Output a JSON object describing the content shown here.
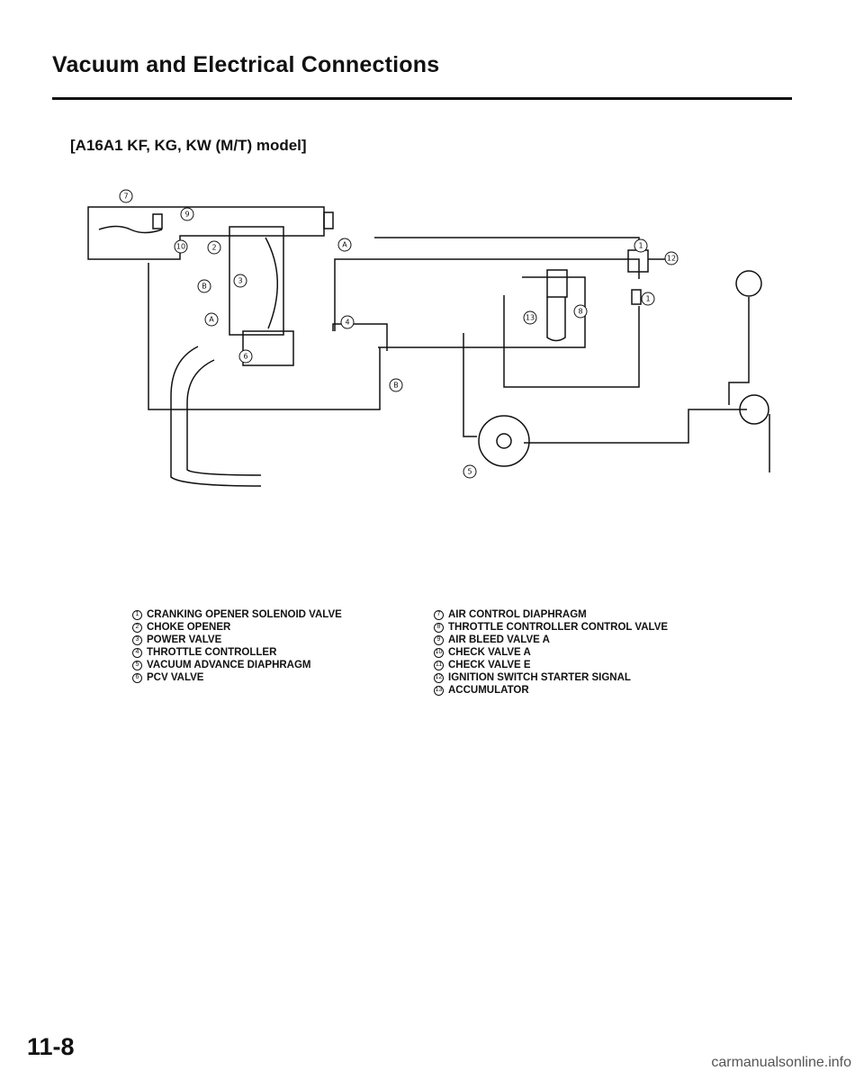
{
  "header": {
    "title": "Vacuum and Electrical Connections",
    "model": "[A16A1 KF, KG, KW (M/T) model]"
  },
  "diagram": {
    "callouts": {
      "c1a": "1",
      "c1b": "1",
      "c2": "2",
      "c3": "3",
      "c4": "4",
      "c5": "5",
      "c6": "6",
      "c7": "7",
      "c8": "8",
      "c9": "9",
      "c10": "10",
      "c12": "12",
      "c13": "13",
      "ca1": "A",
      "ca2": "A",
      "cb1": "B",
      "cb2": "B"
    }
  },
  "legend": {
    "left": [
      {
        "num": "1",
        "label": "CRANKING OPENER SOLENOID VALVE"
      },
      {
        "num": "2",
        "label": "CHOKE OPENER"
      },
      {
        "num": "3",
        "label": "POWER VALVE"
      },
      {
        "num": "4",
        "label": "THROTTLE CONTROLLER"
      },
      {
        "num": "5",
        "label": "VACUUM ADVANCE DIAPHRAGM"
      },
      {
        "num": "6",
        "label": "PCV VALVE"
      }
    ],
    "right": [
      {
        "num": "7",
        "label": "AIR CONTROL DIAPHRAGM"
      },
      {
        "num": "8",
        "label": "THROTTLE CONTROLLER CONTROL VALVE"
      },
      {
        "num": "9",
        "label": "AIR BLEED VALVE A"
      },
      {
        "num": "10",
        "label": "CHECK VALVE A"
      },
      {
        "num": "11",
        "label": "CHECK VALVE E"
      },
      {
        "num": "12",
        "label": "IGNITION SWITCH STARTER SIGNAL"
      },
      {
        "num": "13",
        "label": "ACCUMULATOR"
      }
    ]
  },
  "footer": {
    "page_number": "11-8",
    "watermark": "carmanualsonline.info"
  }
}
